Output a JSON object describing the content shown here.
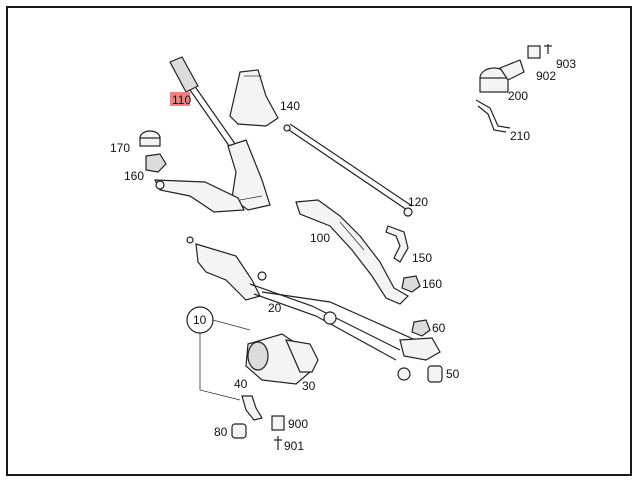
{
  "parts": {
    "p110": "110",
    "p140": "140",
    "p170": "170",
    "p160a": "160",
    "p120": "120",
    "p100": "100",
    "p150": "150",
    "p160b": "160",
    "p20": "20",
    "p10": "10",
    "p60": "60",
    "p50": "50",
    "p40": "40",
    "p30": "30",
    "p80": "80",
    "p900": "900",
    "p901": "901",
    "p200": "200",
    "p210": "210",
    "p902": "902",
    "p903": "903"
  },
  "colors": {
    "highlight": "#f08080",
    "frame": "#1a1a1a"
  }
}
